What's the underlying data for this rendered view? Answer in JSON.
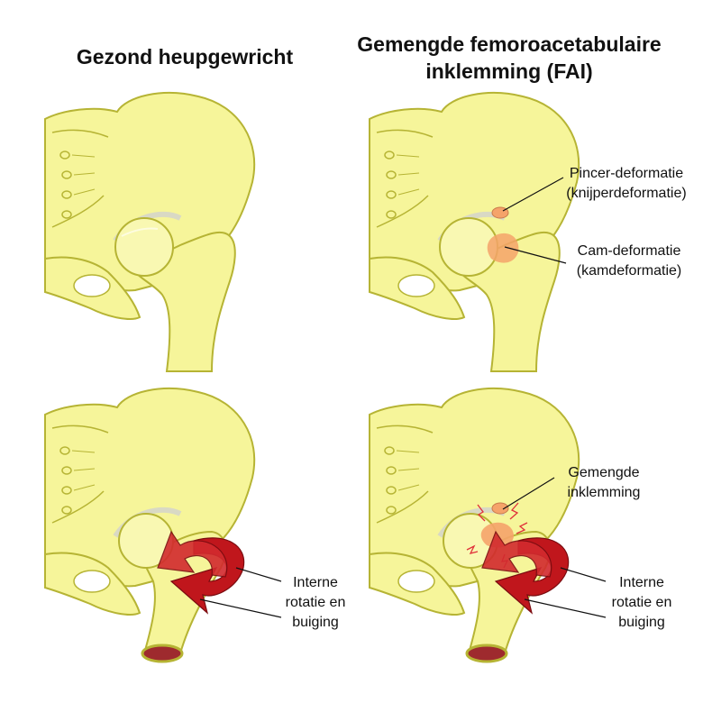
{
  "titles": {
    "healthy": "Gezond heupgewricht",
    "fai_line1": "Gemengde femoroacetabulaire",
    "fai_line2": "inklemming (FAI)"
  },
  "labels": {
    "pincer_line1": "Pincer-deformatie",
    "pincer_line2": "(knijperdeformatie)",
    "cam_line1": "Cam-deformatie",
    "cam_line2": "(kamdeformatie)",
    "mixed_line1": "Gemengde",
    "mixed_line2": "inklemming",
    "rotation_line1": "Interne",
    "rotation_line2": "rotatie en",
    "rotation_line3": "buiging"
  },
  "colors": {
    "bone": "#f6f59a",
    "bone_outline": "#b6b434",
    "cartilage": "#d9d9c4",
    "deformity": "#f5a36a",
    "arrow": "#c0161c",
    "spark": "#e0303a",
    "marrow": "#9e2a2e"
  }
}
